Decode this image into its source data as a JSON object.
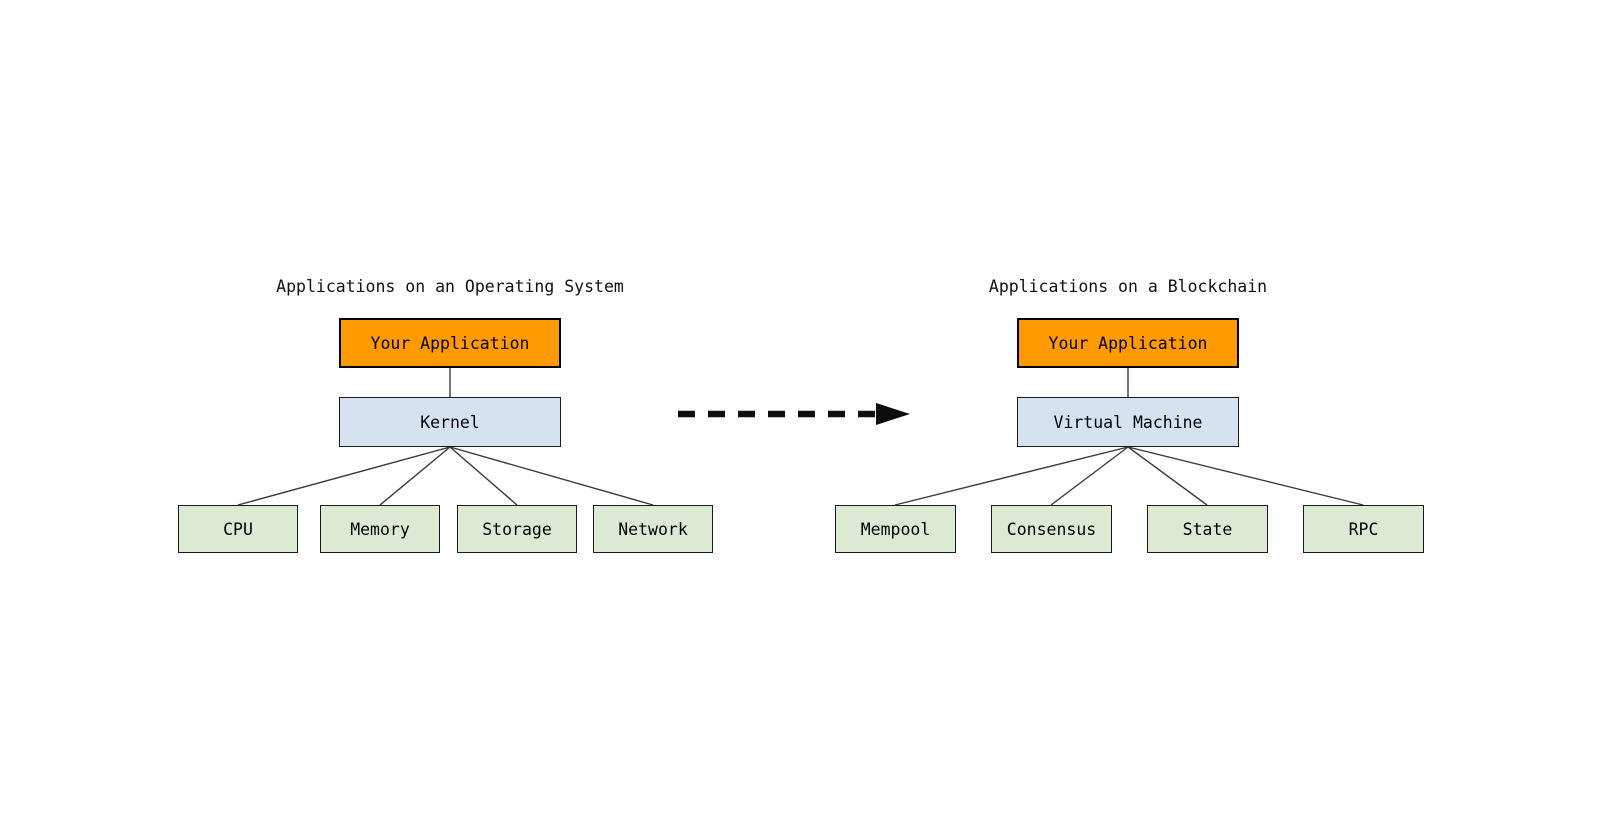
{
  "left_diagram": {
    "title": "Applications on an Operating System",
    "top_box_label": "Your Application",
    "middle_box_label": "Kernel",
    "children": [
      "CPU",
      "Memory",
      "Storage",
      "Network"
    ]
  },
  "right_diagram": {
    "title": "Applications on a Blockchain",
    "top_box_label": "Your Application",
    "middle_box_label": "Virtual Machine",
    "children": [
      "Mempool",
      "Consensus",
      "State",
      "RPC"
    ]
  },
  "colors": {
    "app_box_fill": "#ff9a02",
    "app_box_border": "#000000",
    "middle_box_fill": "#d5e3f1",
    "middle_box_border": "#1a1a1a",
    "child_box_fill": "#dcead3",
    "child_box_border": "#1a1a1a",
    "connector": "#3a3a3a",
    "arrow": "#0d0d0d"
  }
}
